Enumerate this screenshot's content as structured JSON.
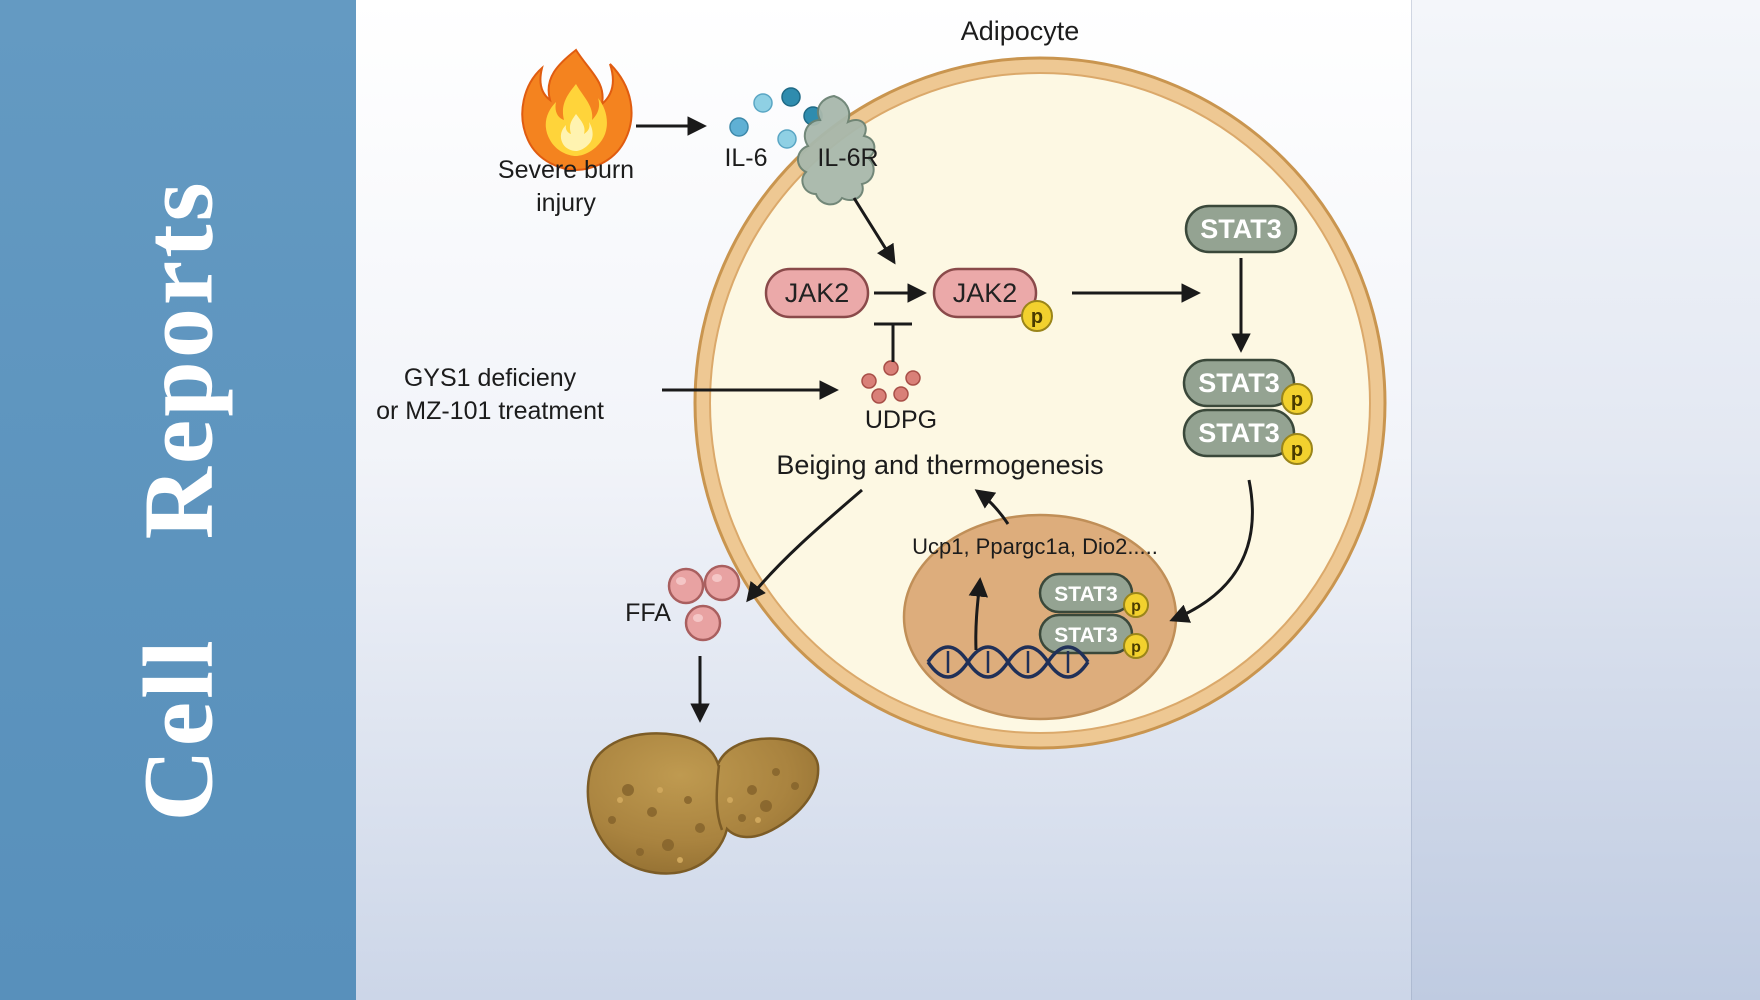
{
  "journal": {
    "name": "Cell Reports"
  },
  "diagram": {
    "title": "Adipocyte",
    "labels": {
      "burn_line1": "Severe burn",
      "burn_line2": "injury",
      "il6": "IL-6",
      "il6r": "IL-6R",
      "jak2": "JAK2",
      "p": "p",
      "stat3": "STAT3",
      "gys1_line1": "GYS1 deficieny",
      "gys1_line2": "or MZ-101 treatment",
      "udpg": "UDPG",
      "beiging": "Beiging and thermogenesis",
      "genes": "Ucp1, Ppargc1a, Dio2.....",
      "ffa": "FFA"
    },
    "colors": {
      "sidebar_blue": "#5d94be",
      "cell_fill": "#fdf8e3",
      "membrane_ring": "#eec893",
      "membrane_edge": "#c9954f",
      "nucleus_fill": "#ddad7c",
      "jak2_fill": "#eba9a9",
      "stat3_fill": "#94a392",
      "phospho_fill": "#f2d12e",
      "il6_dot_light": "#8fd0e4",
      "il6_dot_dark": "#2f8cae",
      "udpg_dot": "#d98078",
      "ffa_dot": "#e8a2a2",
      "liver_brown": "#a9833f",
      "flame_orange": "#f4831f",
      "flame_yellow": "#ffd43a",
      "arrow_black": "#1a1a1a"
    }
  }
}
